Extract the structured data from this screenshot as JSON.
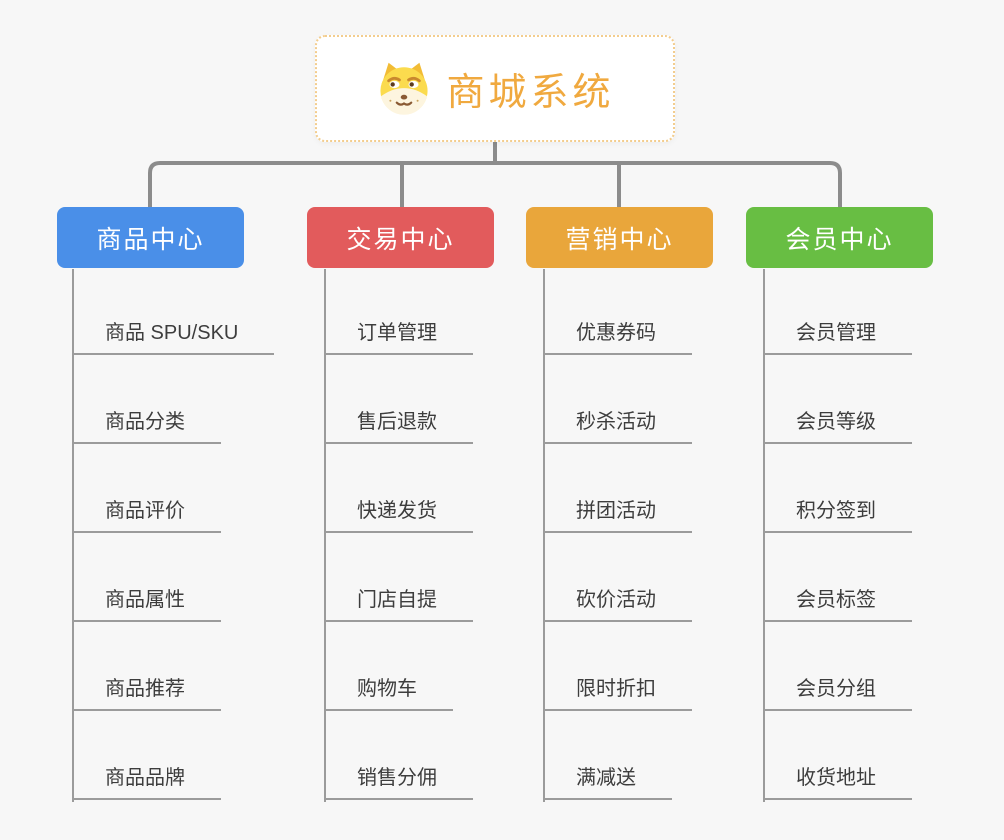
{
  "root": {
    "label": "商城系统",
    "icon": "dog-icon",
    "text_color": "#F0A93F",
    "border_color": "#F3CD8E"
  },
  "columns": [
    {
      "label": "商品中心",
      "color": "#4A8FE8",
      "items": [
        "商品 SPU/SKU",
        "商品分类",
        "商品评价",
        "商品属性",
        "商品推荐",
        "商品品牌"
      ]
    },
    {
      "label": "交易中心",
      "color": "#E25B5C",
      "items": [
        "订单管理",
        "售后退款",
        "快递发货",
        "门店自提",
        "购物车",
        "销售分佣"
      ]
    },
    {
      "label": "营销中心",
      "color": "#E9A63B",
      "items": [
        "优惠券码",
        "秒杀活动",
        "拼团活动",
        "砍价活动",
        "限时折扣",
        "满减送"
      ]
    },
    {
      "label": "会员中心",
      "color": "#68BE43",
      "items": [
        "会员管理",
        "会员等级",
        "积分签到",
        "会员标签",
        "会员分组",
        "收货地址"
      ]
    }
  ],
  "connector_color": "#8C8C8C",
  "line_color": "#9B9B9B",
  "background_color": "#F7F7F7"
}
